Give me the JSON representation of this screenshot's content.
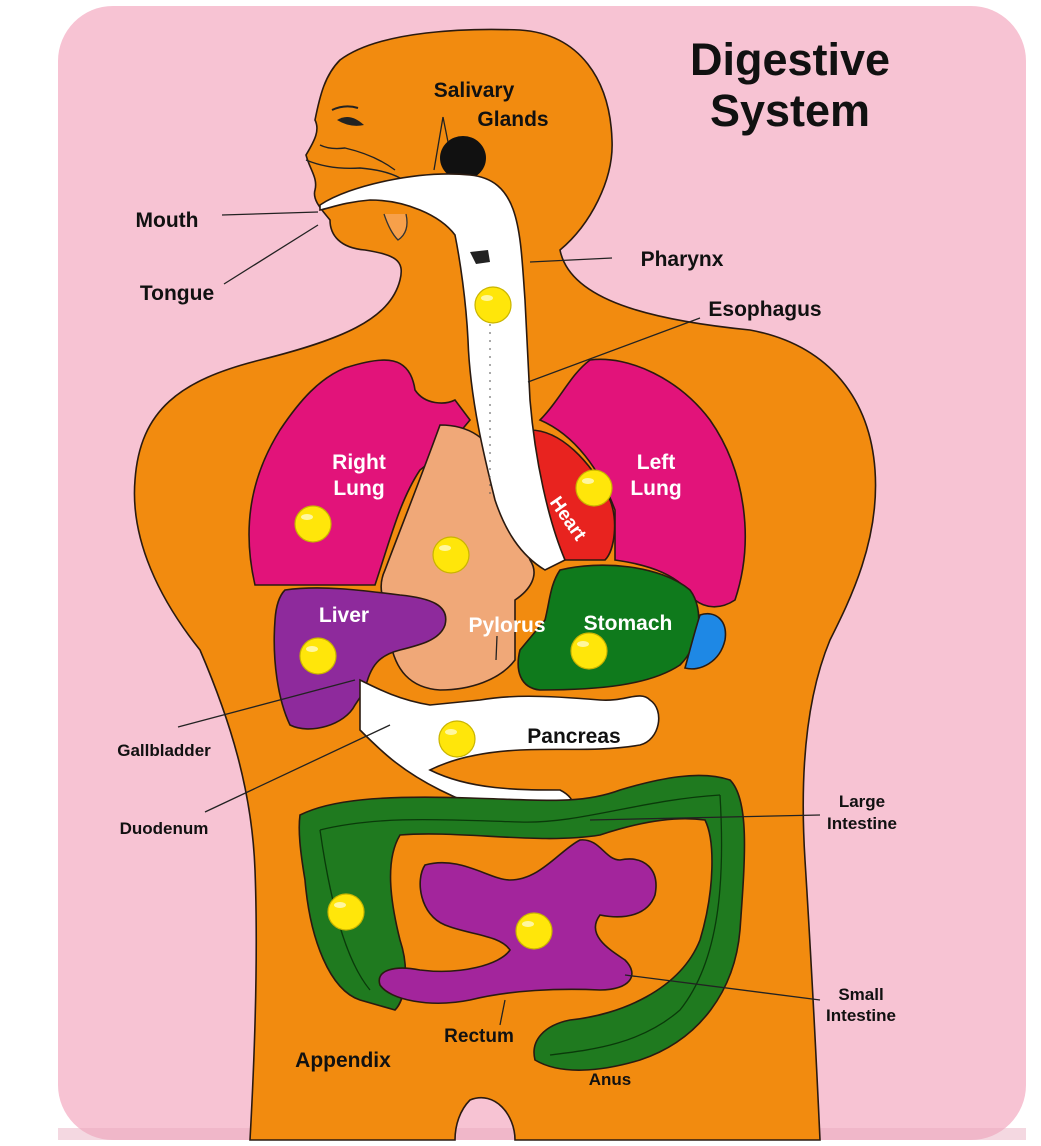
{
  "title": {
    "line1": "Digestive",
    "line2": "System"
  },
  "labels": {
    "salivary_1": "Salivary",
    "salivary_2": "Glands",
    "mouth": "Mouth",
    "tongue": "Tongue",
    "pharynx": "Pharynx",
    "esophagus": "Esophagus",
    "right_lung_1": "Right",
    "right_lung_2": "Lung",
    "left_lung_1": "Left",
    "left_lung_2": "Lung",
    "heart": "Heart",
    "liver": "Liver",
    "pylorus": "Pylorus",
    "stomach": "Stomach",
    "pancreas": "Pancreas",
    "gallbladder": "Gallbladder",
    "duodenum": "Duodenum",
    "large_intestine_1": "Large",
    "large_intestine_2": "Intestine",
    "small_intestine_1": "Small",
    "small_intestine_2": "Intestine",
    "rectum": "Rectum",
    "appendix": "Appendix",
    "anus": "Anus"
  },
  "colors": {
    "board": "#f7c3d3",
    "body": "#f28b0f",
    "lungs": "#e2137a",
    "heart": "#e8231f",
    "liver_region": "#f0a878",
    "liver": "#8e2a9c",
    "stomach": "#0f7a1c",
    "gallbladder_blue": "#1e88e5",
    "white_tract": "#ffffff",
    "intestine_green": "#1f7a1f",
    "small_intestine": "#a3259c",
    "knob": "#ffe60a"
  },
  "knob_icon": "peg-knob-icon"
}
